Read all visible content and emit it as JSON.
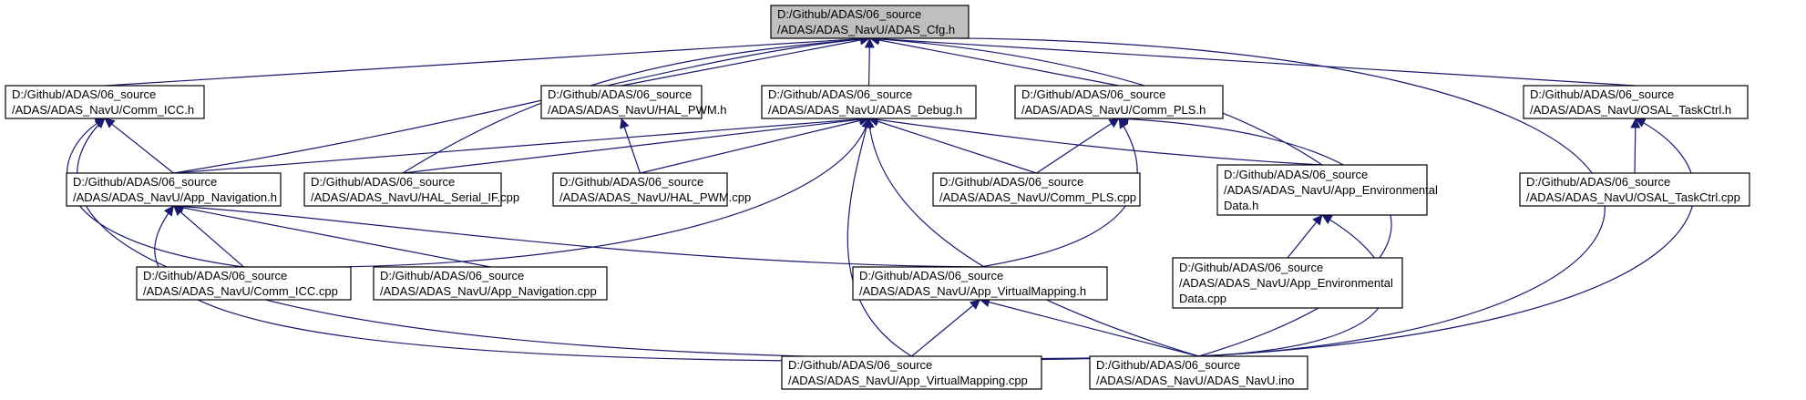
{
  "colors": {
    "edge": "#191970",
    "root_fill": "#bfbfbf",
    "node_fill": "#ffffff",
    "border": "#000000"
  },
  "nodes": [
    {
      "id": "cfg_h",
      "lines": [
        "D:/Github/ADAS/06_source",
        "/ADAS/ADAS_NavU/ADAS_Cfg.h"
      ],
      "root": true
    },
    {
      "id": "comm_icc_h",
      "lines": [
        "D:/Github/ADAS/06_source",
        "/ADAS/ADAS_NavU/Comm_ICC.h"
      ]
    },
    {
      "id": "hal_pwm_h",
      "lines": [
        "D:/Github/ADAS/06_source",
        "/ADAS/ADAS_NavU/HAL_PWM.h"
      ]
    },
    {
      "id": "debug_h",
      "lines": [
        "D:/Github/ADAS/06_source",
        "/ADAS/ADAS_NavU/ADAS_Debug.h"
      ]
    },
    {
      "id": "comm_pls_h",
      "lines": [
        "D:/Github/ADAS/06_source",
        "/ADAS/ADAS_NavU/Comm_PLS.h"
      ]
    },
    {
      "id": "osal_h",
      "lines": [
        "D:/Github/ADAS/06_source",
        "/ADAS/ADAS_NavU/OSAL_TaskCtrl.h"
      ]
    },
    {
      "id": "app_nav_h",
      "lines": [
        "D:/Github/ADAS/06_source",
        "/ADAS/ADAS_NavU/App_Navigation.h"
      ]
    },
    {
      "id": "hal_serial_cpp",
      "lines": [
        "D:/Github/ADAS/06_source",
        "/ADAS/ADAS_NavU/HAL_Serial_IF.cpp"
      ]
    },
    {
      "id": "hal_pwm_cpp",
      "lines": [
        "D:/Github/ADAS/06_source",
        "/ADAS/ADAS_NavU/HAL_PWM.cpp"
      ]
    },
    {
      "id": "comm_pls_cpp",
      "lines": [
        "D:/Github/ADAS/06_source",
        "/ADAS/ADAS_NavU/Comm_PLS.cpp"
      ]
    },
    {
      "id": "app_env_h",
      "lines": [
        "D:/Github/ADAS/06_source",
        "/ADAS/ADAS_NavU/App_Environmental",
        "Data.h"
      ]
    },
    {
      "id": "osal_cpp",
      "lines": [
        "D:/Github/ADAS/06_source",
        "/ADAS/ADAS_NavU/OSAL_TaskCtrl.cpp"
      ]
    },
    {
      "id": "comm_icc_cpp",
      "lines": [
        "D:/Github/ADAS/06_source",
        "/ADAS/ADAS_NavU/Comm_ICC.cpp"
      ]
    },
    {
      "id": "app_nav_cpp",
      "lines": [
        "D:/Github/ADAS/06_source",
        "/ADAS/ADAS_NavU/App_Navigation.cpp"
      ]
    },
    {
      "id": "app_vm_h",
      "lines": [
        "D:/Github/ADAS/06_source",
        "/ADAS/ADAS_NavU/App_VirtualMapping.h"
      ]
    },
    {
      "id": "app_env_cpp",
      "lines": [
        "D:/Github/ADAS/06_source",
        "/ADAS/ADAS_NavU/App_Environmental",
        "Data.cpp"
      ]
    },
    {
      "id": "app_vm_cpp",
      "lines": [
        "D:/Github/ADAS/06_source",
        "/ADAS/ADAS_NavU/App_VirtualMapping.cpp"
      ]
    },
    {
      "id": "navu_ino",
      "lines": [
        "D:/Github/ADAS/06_source",
        "/ADAS/ADAS_NavU/ADAS_NavU.ino"
      ]
    }
  ],
  "edges": [
    {
      "from": "comm_icc_h",
      "to": "cfg_h"
    },
    {
      "from": "hal_pwm_h",
      "to": "cfg_h"
    },
    {
      "from": "debug_h",
      "to": "cfg_h"
    },
    {
      "from": "comm_pls_h",
      "to": "cfg_h"
    },
    {
      "from": "osal_h",
      "to": "cfg_h"
    },
    {
      "from": "app_nav_h",
      "to": "cfg_h"
    },
    {
      "from": "hal_serial_cpp",
      "to": "cfg_h"
    },
    {
      "from": "app_env_h",
      "to": "cfg_h"
    },
    {
      "from": "navu_ino",
      "to": "cfg_h"
    },
    {
      "from": "app_nav_h",
      "to": "comm_icc_h"
    },
    {
      "from": "comm_icc_cpp",
      "to": "comm_icc_h"
    },
    {
      "from": "navu_ino",
      "to": "comm_icc_h"
    },
    {
      "from": "hal_pwm_cpp",
      "to": "hal_pwm_h"
    },
    {
      "from": "app_nav_h",
      "to": "debug_h"
    },
    {
      "from": "hal_serial_cpp",
      "to": "debug_h"
    },
    {
      "from": "hal_pwm_cpp",
      "to": "debug_h"
    },
    {
      "from": "comm_pls_cpp",
      "to": "debug_h"
    },
    {
      "from": "app_env_h",
      "to": "debug_h"
    },
    {
      "from": "comm_icc_cpp",
      "to": "debug_h"
    },
    {
      "from": "app_vm_cpp",
      "to": "debug_h"
    },
    {
      "from": "navu_ino",
      "to": "debug_h"
    },
    {
      "from": "comm_pls_cpp",
      "to": "comm_pls_h"
    },
    {
      "from": "app_vm_h",
      "to": "comm_pls_h"
    },
    {
      "from": "navu_ino",
      "to": "comm_pls_h"
    },
    {
      "from": "osal_cpp",
      "to": "osal_h"
    },
    {
      "from": "navu_ino",
      "to": "osal_h"
    },
    {
      "from": "comm_icc_cpp",
      "to": "app_nav_h"
    },
    {
      "from": "app_nav_cpp",
      "to": "app_nav_h"
    },
    {
      "from": "app_vm_h",
      "to": "app_nav_h"
    },
    {
      "from": "navu_ino",
      "to": "app_nav_h"
    },
    {
      "from": "app_env_cpp",
      "to": "app_env_h"
    },
    {
      "from": "navu_ino",
      "to": "app_env_h"
    },
    {
      "from": "app_vm_cpp",
      "to": "app_vm_h"
    },
    {
      "from": "navu_ino",
      "to": "app_vm_h"
    }
  ]
}
